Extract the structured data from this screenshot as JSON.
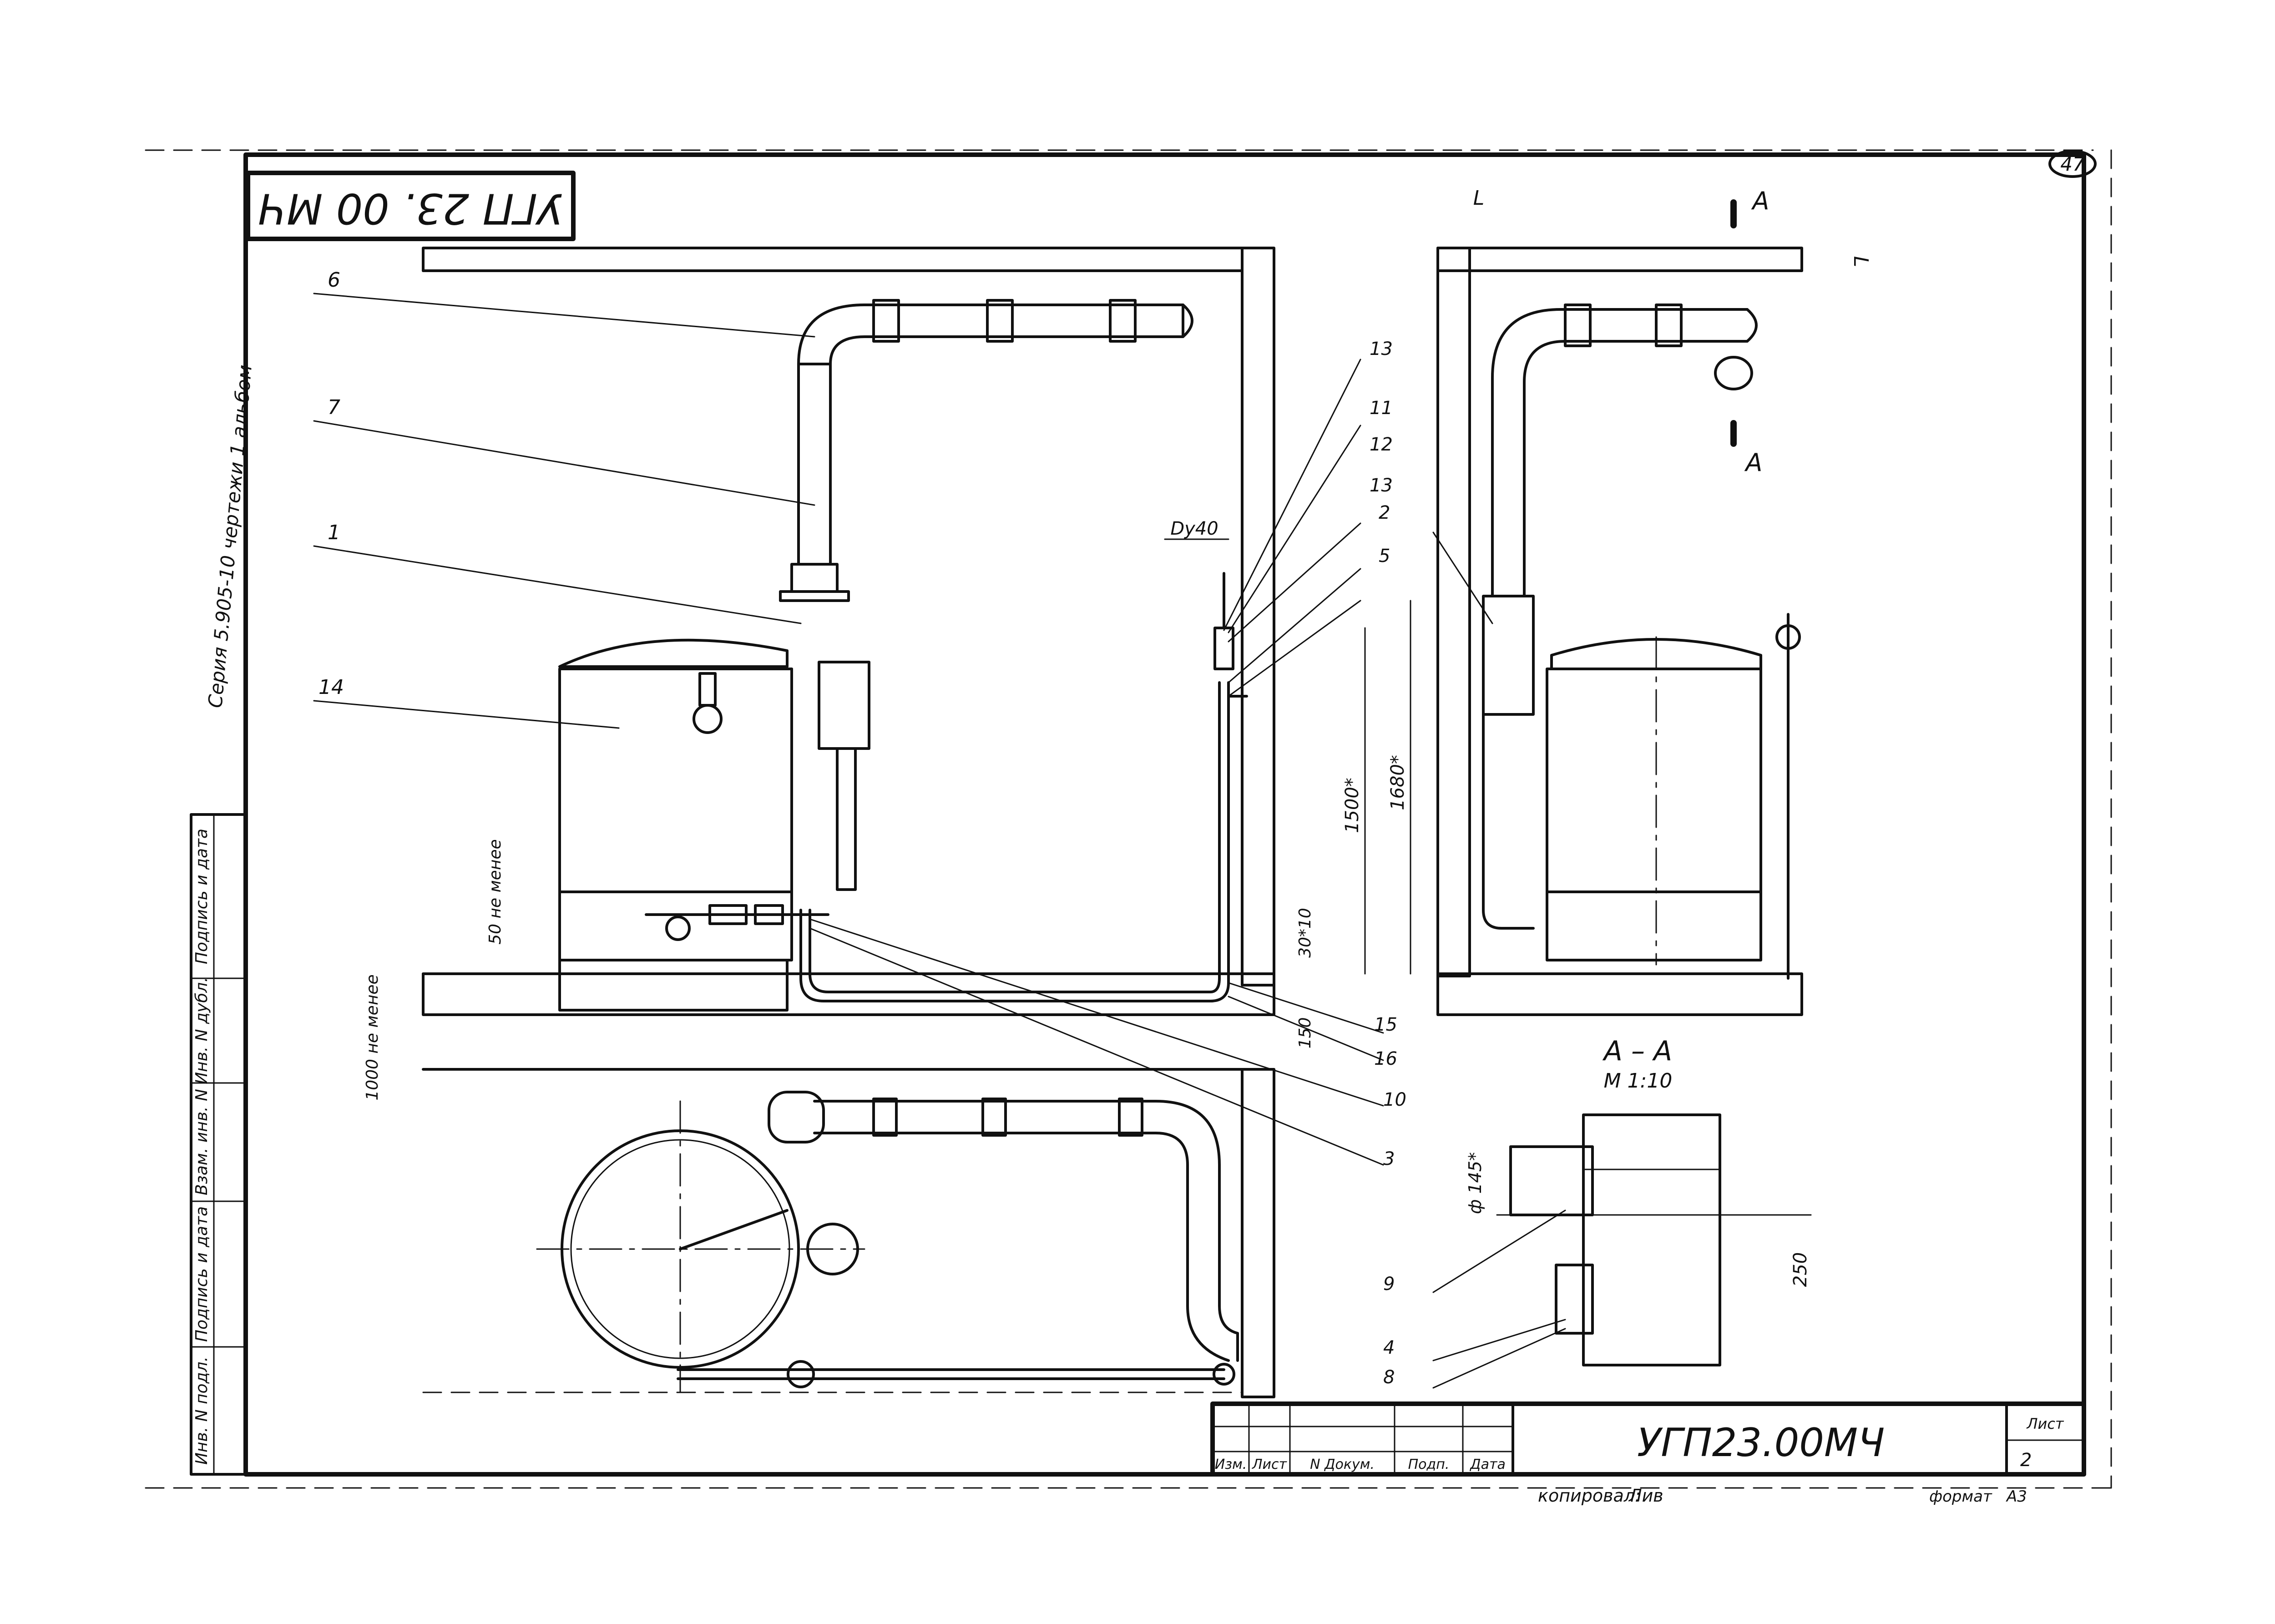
{
  "sheet": {
    "page_number": "47",
    "doc_code": "УГП23.00МЧ",
    "doc_code_rotated": "УГП 23. 00 МЧ",
    "series_note": "Серия 5.905-10 чертежи 1 альбом",
    "format_label": "формат",
    "format_value": "А3",
    "copied_by": "копировал:",
    "copied_signature": "Лив"
  },
  "title_block": {
    "columns": [
      "Изм.",
      "Лист",
      "N Докум.",
      "Подп.",
      "Дата"
    ],
    "sheet_label": "Лист",
    "sheet_number": "2"
  },
  "side_stamp": [
    "Подпись и дата",
    "Инв. N дубл.",
    "Взам. инв. N",
    "Подпись и дата",
    "Инв. N подл."
  ],
  "section": {
    "title": "А – А",
    "scale": "М 1:10",
    "cut_letter": "А",
    "detail_letter": "L"
  },
  "dimensions": {
    "du": "Dy40",
    "h1500": "1500*",
    "h1680": "1680*",
    "gap50": "50 не менее",
    "gap1000": "1000 не менее",
    "d30": "30*10",
    "d150": "150",
    "diam": "ф 145*",
    "d250": "250"
  },
  "callouts": [
    "1",
    "2",
    "3",
    "4",
    "5",
    "6",
    "7",
    "8",
    "9",
    "10",
    "11",
    "12",
    "13",
    "14",
    "15",
    "16"
  ]
}
